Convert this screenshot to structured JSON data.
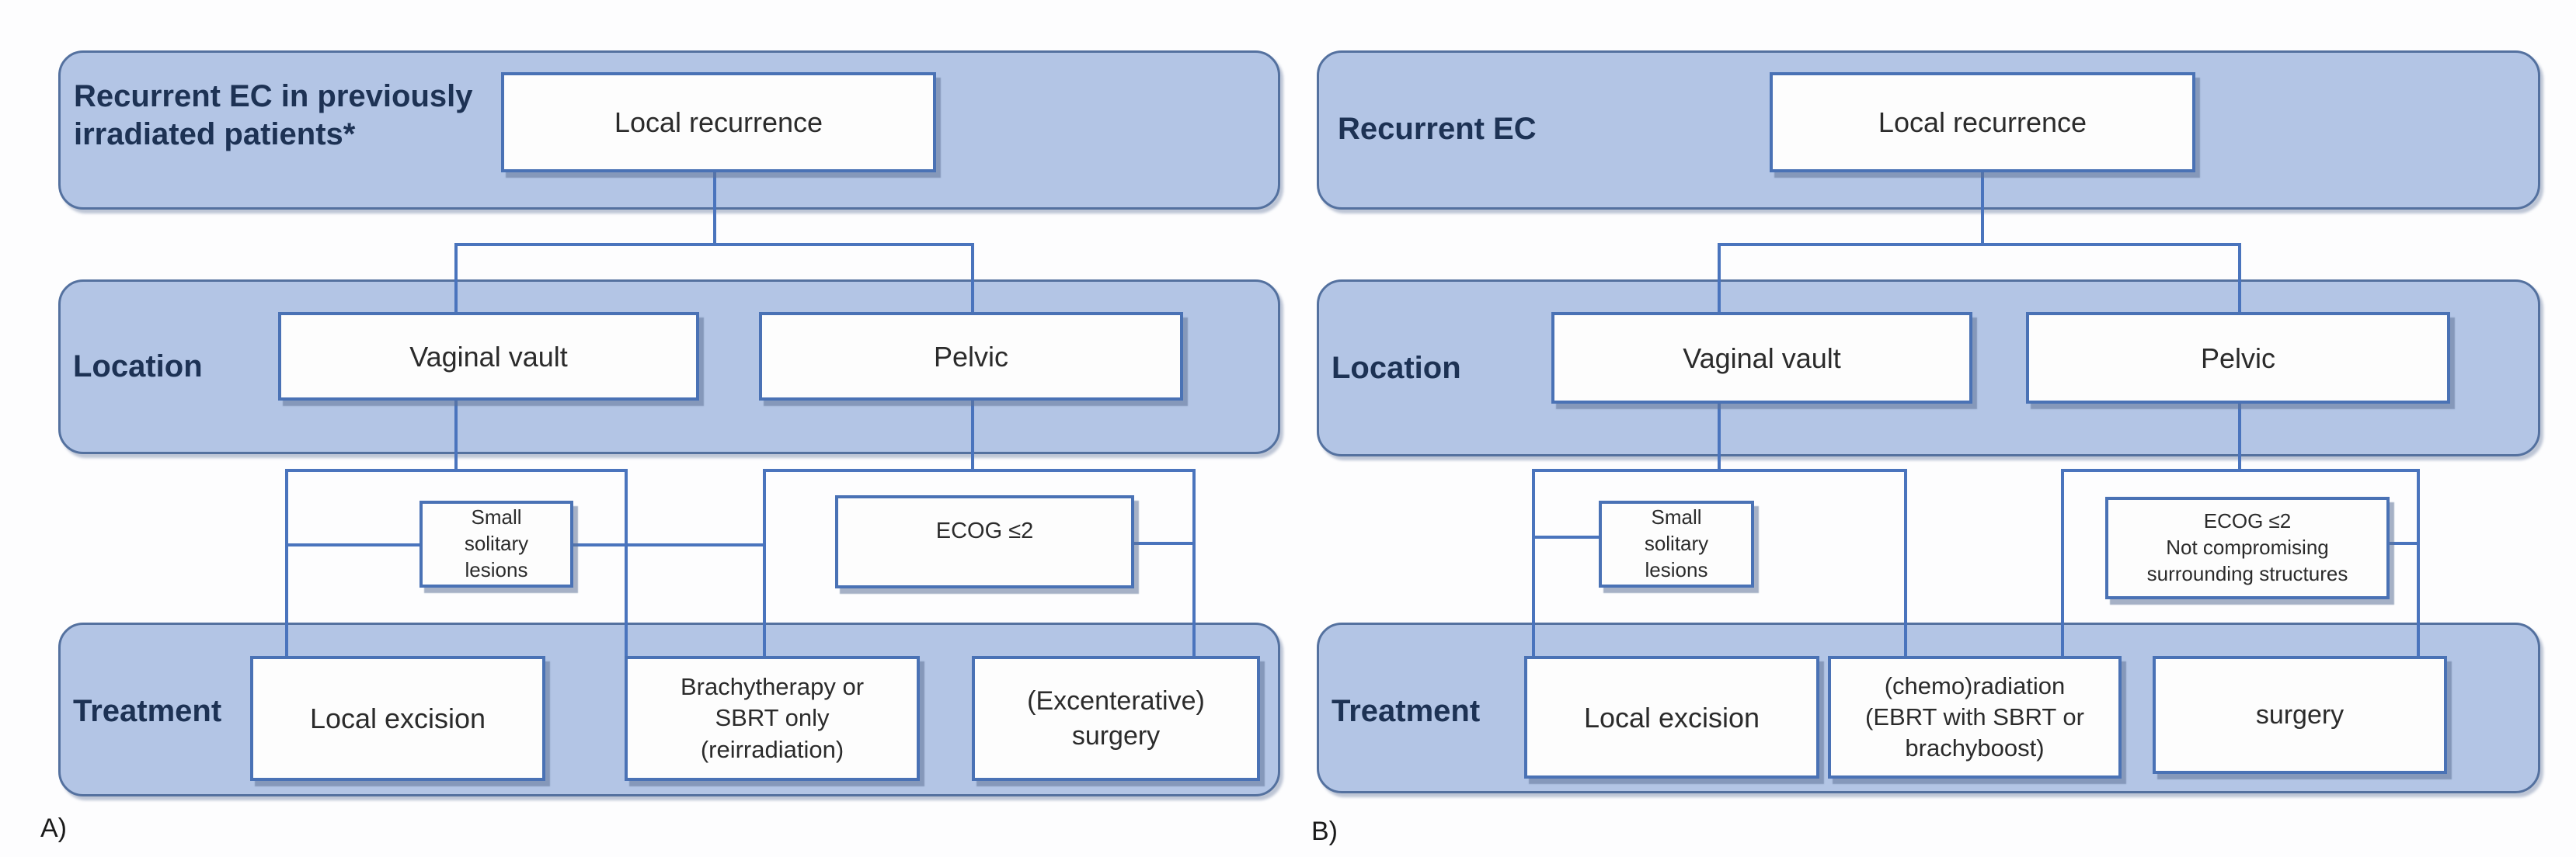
{
  "panel_a": {
    "tag": "A)",
    "header_label": "Recurrent EC in previously irradiated patients*",
    "row_labels": {
      "location": "Location",
      "treatment": "Treatment"
    },
    "nodes": {
      "local_recurrence": "Local recurrence",
      "vaginal_vault": "Vaginal vault",
      "pelvic": "Pelvic",
      "small_solitary_lesions": "Small solitary lesions",
      "ecog": "ECOG ≤2",
      "local_excision": "Local excision",
      "brachytherapy": "Brachytherapy or SBRT only (reirradiation)",
      "surgery": "(Excenterative) surgery"
    }
  },
  "panel_b": {
    "tag": "B)",
    "header_label": "Recurrent EC",
    "row_labels": {
      "location": "Location",
      "treatment": "Treatment"
    },
    "nodes": {
      "local_recurrence": "Local recurrence",
      "vaginal_vault": "Vaginal vault",
      "pelvic": "Pelvic",
      "small_solitary_lesions": "Small solitary lesions",
      "ecog_line1": "ECOG ≤2",
      "ecog_line2": "Not compromising surrounding structures",
      "local_excision": "Local excision",
      "chemoradiation": "(chemo)radiation (EBRT with SBRT or brachyboost)",
      "surgery": "surgery"
    }
  },
  "colors": {
    "band_fill": "#b3c5e5",
    "band_border": "#54719f",
    "node_fill": "#fdfdfd",
    "node_border": "#4a72b5",
    "connector": "#4a74bd",
    "band_text": "#1d3254",
    "node_text": "#2b2b2b"
  }
}
